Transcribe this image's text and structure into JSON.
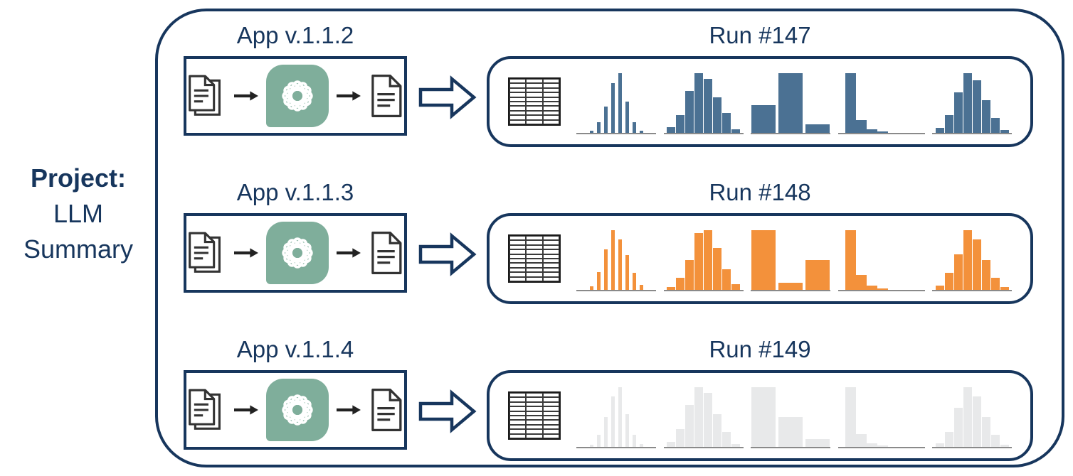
{
  "project": {
    "title": "Project:",
    "name_line1": "LLM",
    "name_line2": "Summary"
  },
  "rows": [
    {
      "app_title": "App v.1.1.2",
      "run_title": "Run #147"
    },
    {
      "app_title": "App v.1.1.3",
      "run_title": "Run #148"
    },
    {
      "app_title": "App v.1.1.4",
      "run_title": "Run #149"
    }
  ],
  "icons": {
    "input_documents": "document-stack",
    "model": "openai-knot-on-teal-tile",
    "output_document": "single-document",
    "pipeline_flow": "small-black-arrow-right",
    "run_flow": "hollow-block-arrow-right",
    "results_table": "dense-data-grid-3x10"
  },
  "colors": {
    "navy": "#17365D",
    "run147_bars": "#4B7193",
    "run148_bars": "#F3913B",
    "run149_bars": "#E8E9EA",
    "openai_tile": "#7FAE9B",
    "doc_stroke": "#333333",
    "axis_line": "#8a8a8a"
  },
  "table_icon": {
    "rows": 10,
    "cols": 3
  },
  "chart_data": [
    {
      "type": "bar",
      "title": "Run #147",
      "color": "#4B7193",
      "note": "five metric histograms, normalized heights 0-1, no axes labels shown",
      "histograms": [
        {
          "style": "thin",
          "values": [
            0.03,
            0.18,
            0.44,
            0.83,
            1.0,
            0.52,
            0.18,
            0.03
          ]
        },
        {
          "style": "bell",
          "values": [
            0.1,
            0.3,
            0.7,
            1.0,
            0.9,
            0.6,
            0.33,
            0.06
          ]
        },
        {
          "style": "wide",
          "values": [
            0.47,
            1.0,
            0.14
          ]
        },
        {
          "style": "decay",
          "values": [
            1.0,
            0.22,
            0.06,
            0.02
          ]
        },
        {
          "style": "bell",
          "values": [
            0.08,
            0.3,
            0.68,
            1.0,
            0.88,
            0.55,
            0.25,
            0.05
          ]
        }
      ]
    },
    {
      "type": "bar",
      "title": "Run #148",
      "color": "#F3913B",
      "note": "five metric histograms, normalized heights 0-1, no axes labels shown",
      "histograms": [
        {
          "style": "thin",
          "values": [
            0.06,
            0.3,
            0.68,
            1.0,
            0.85,
            0.58,
            0.28,
            0.08
          ]
        },
        {
          "style": "bell",
          "values": [
            0.05,
            0.2,
            0.5,
            0.95,
            1.0,
            0.7,
            0.35,
            0.1
          ]
        },
        {
          "style": "wide",
          "values": [
            1.0,
            0.12,
            0.5
          ]
        },
        {
          "style": "decay",
          "values": [
            1.0,
            0.25,
            0.07,
            0.02
          ]
        },
        {
          "style": "bell",
          "values": [
            0.07,
            0.28,
            0.6,
            1.0,
            0.85,
            0.5,
            0.2,
            0.05
          ]
        }
      ]
    },
    {
      "type": "bar",
      "title": "Run #149",
      "color": "#E8E9EA",
      "note": "five metric histograms, normalized heights 0-1, no axes labels shown",
      "histograms": [
        {
          "style": "thin",
          "values": [
            0.04,
            0.2,
            0.5,
            0.85,
            1.0,
            0.55,
            0.2,
            0.05
          ]
        },
        {
          "style": "bell",
          "values": [
            0.08,
            0.3,
            0.7,
            1.0,
            0.9,
            0.55,
            0.25,
            0.05
          ]
        },
        {
          "style": "wide",
          "values": [
            1.0,
            0.5,
            0.13
          ]
        },
        {
          "style": "decay",
          "values": [
            1.0,
            0.22,
            0.06,
            0.02
          ]
        },
        {
          "style": "bell",
          "values": [
            0.06,
            0.25,
            0.65,
            1.0,
            0.85,
            0.5,
            0.2,
            0.04
          ]
        }
      ]
    }
  ]
}
